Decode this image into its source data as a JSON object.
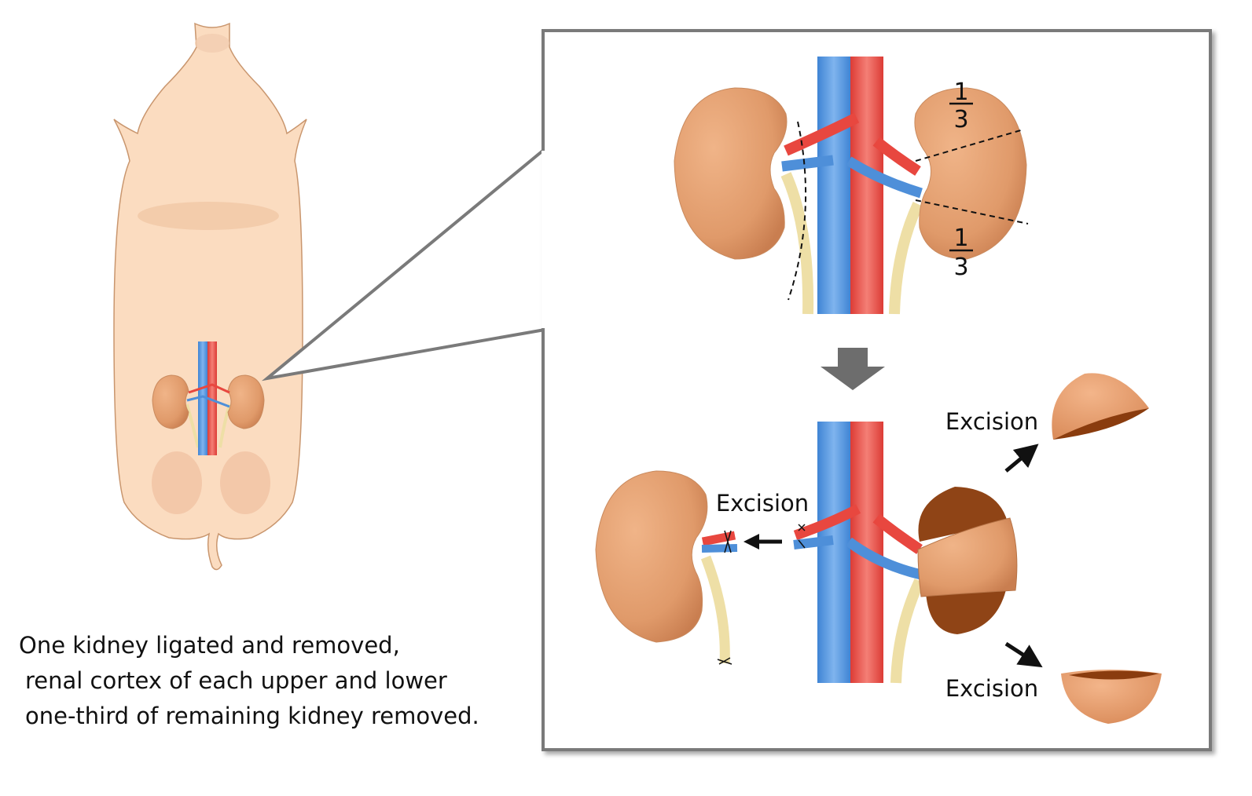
{
  "fraction_upper": {
    "numerator": "1",
    "denominator": "3"
  },
  "fraction_lower": {
    "numerator": "1",
    "denominator": "3"
  },
  "labels": {
    "excision_top": "Excision",
    "excision_middle": "Excision",
    "excision_bottom": "Excision"
  },
  "caption": [
    "One kidney ligated and removed,",
    "renal cortex of each upper and lower",
    "one-third of remaining kidney removed."
  ],
  "colors": {
    "kidney": "#e09a6a",
    "artery": "#e8473f",
    "vein": "#4e8fd9",
    "ureter": "#eedfa6",
    "body": "#fbdcc0",
    "cut_surface": "#8a3c0e",
    "frame": "#7a7a7a"
  }
}
